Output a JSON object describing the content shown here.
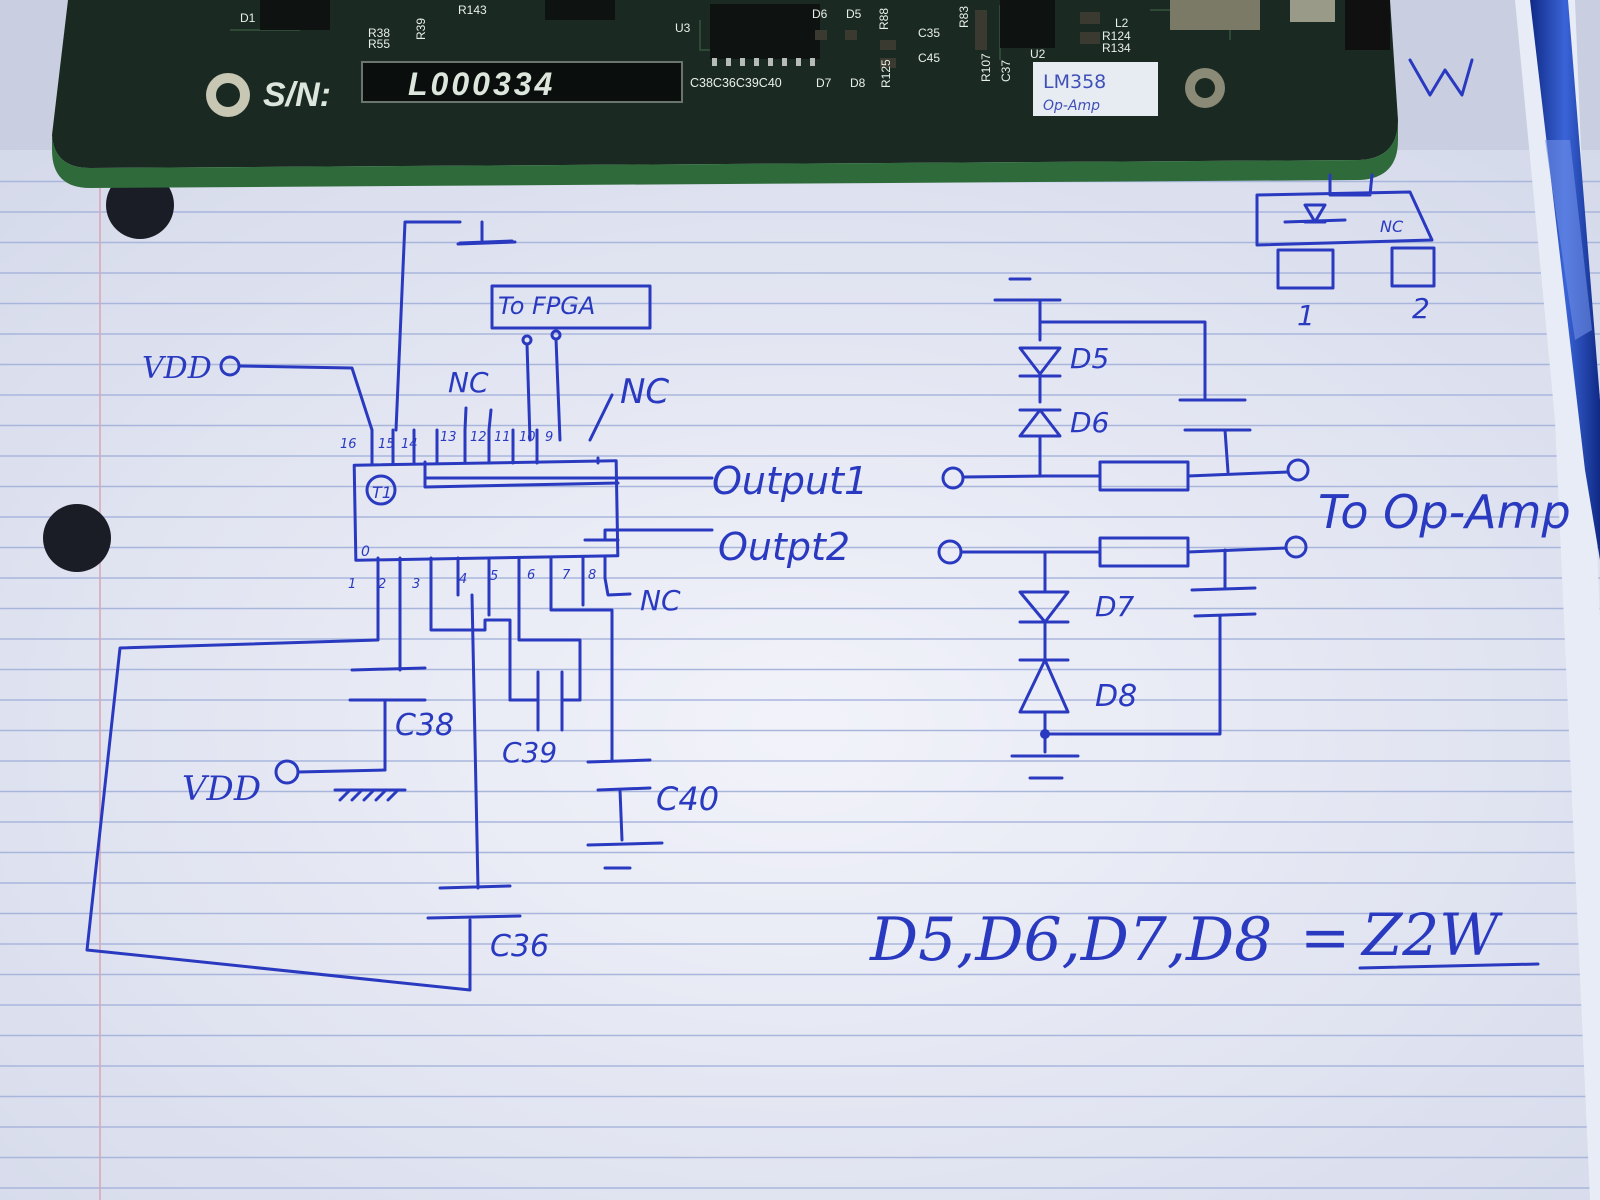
{
  "pcb": {
    "serial_prefix": "S/N:",
    "serial_number": "L000334",
    "sticker_line1": "LM358",
    "sticker_line2": "Op-Amp",
    "silkscreen": {
      "u3": "U3",
      "u2": "U2",
      "d6": "D6",
      "d5": "D5",
      "d7": "D7",
      "d8": "D8",
      "caps_row": "C38C36C39C40",
      "c35": "C35",
      "c45": "C45",
      "r124": "R124",
      "r134": "R134",
      "l2": "L2",
      "r107": "R107",
      "c37": "C37",
      "r125": "R125",
      "r88": "R88",
      "r83": "R83",
      "r38": "R38",
      "r39": "R39",
      "r55": "R55",
      "r143": "R143",
      "d1": "D1"
    }
  },
  "schematic": {
    "chip_label": "T1",
    "chip_pin1_mark": "0",
    "top_pins": [
      "16",
      "15",
      "14",
      "13",
      "12",
      "11",
      "10",
      "9"
    ],
    "bottom_pins": [
      "1",
      "2",
      "3",
      "4",
      "5",
      "6",
      "7",
      "8"
    ],
    "to_fpga": "To FPGA",
    "nc_top_1": "NC",
    "nc_top_2": "NC",
    "nc_bottom": "NC",
    "vdd_top": "VDD",
    "vdd_bottom": "VDD",
    "output1": "Output1",
    "output2": "Outpt2",
    "to_opamp": "To Op-Amp",
    "cap_c38": "C38",
    "cap_c39": "C39",
    "cap_c40": "C40",
    "cap_c36": "C36",
    "diode_d5": "D5",
    "diode_d6": "D6",
    "diode_d7": "D7",
    "diode_d8": "D8",
    "note_lhs": "D5,D6,D7,D8",
    "note_eq": "=",
    "note_rhs": "Z2W",
    "inset_nc": "NC",
    "inset_pin1": "1",
    "inset_pin2": "2"
  },
  "colors": {
    "ink": "#2a3ac0",
    "paper": "#eceef7",
    "rule_line": "#a9b6dc",
    "margin_line": "#d9a8b8",
    "pcb": "#17241e",
    "pen": "#1c3fa8"
  }
}
